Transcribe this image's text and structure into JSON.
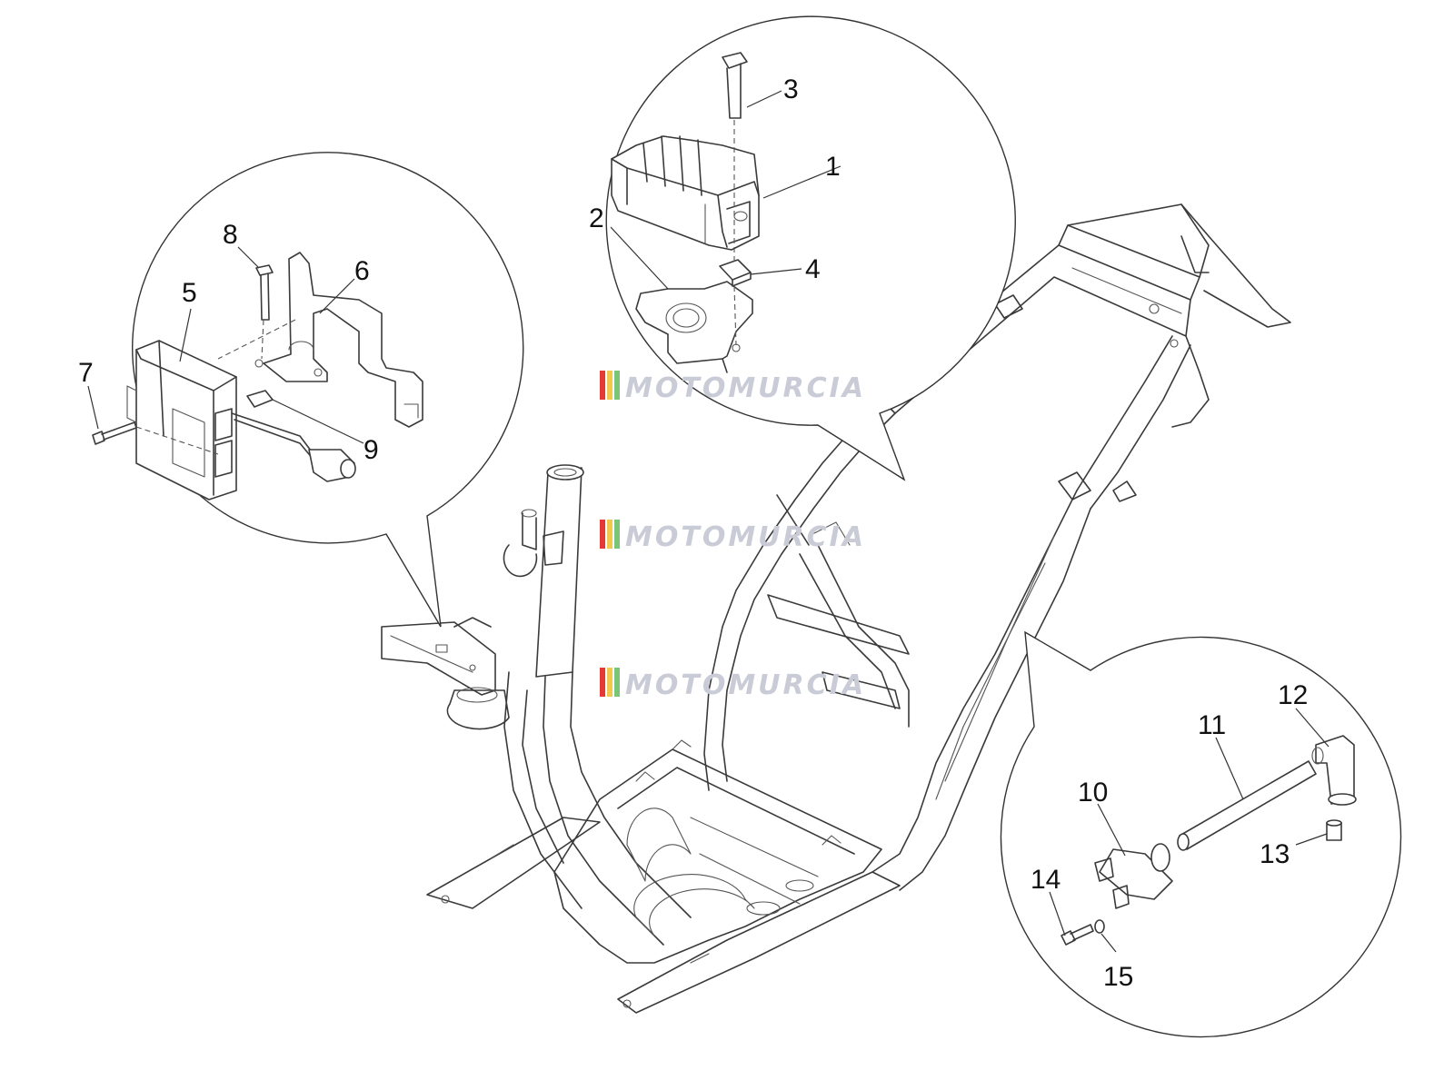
{
  "callouts": {
    "1": "1",
    "2": "2",
    "3": "3",
    "4": "4",
    "5": "5",
    "6": "6",
    "7": "7",
    "8": "8",
    "9": "9",
    "10": "10",
    "11": "11",
    "12": "12",
    "13": "13",
    "14": "14",
    "15": "15"
  },
  "watermark": {
    "text": "MOTOMURCIA",
    "stripe_colors": [
      "#e53935",
      "#f2c94c",
      "#7cc576"
    ]
  }
}
